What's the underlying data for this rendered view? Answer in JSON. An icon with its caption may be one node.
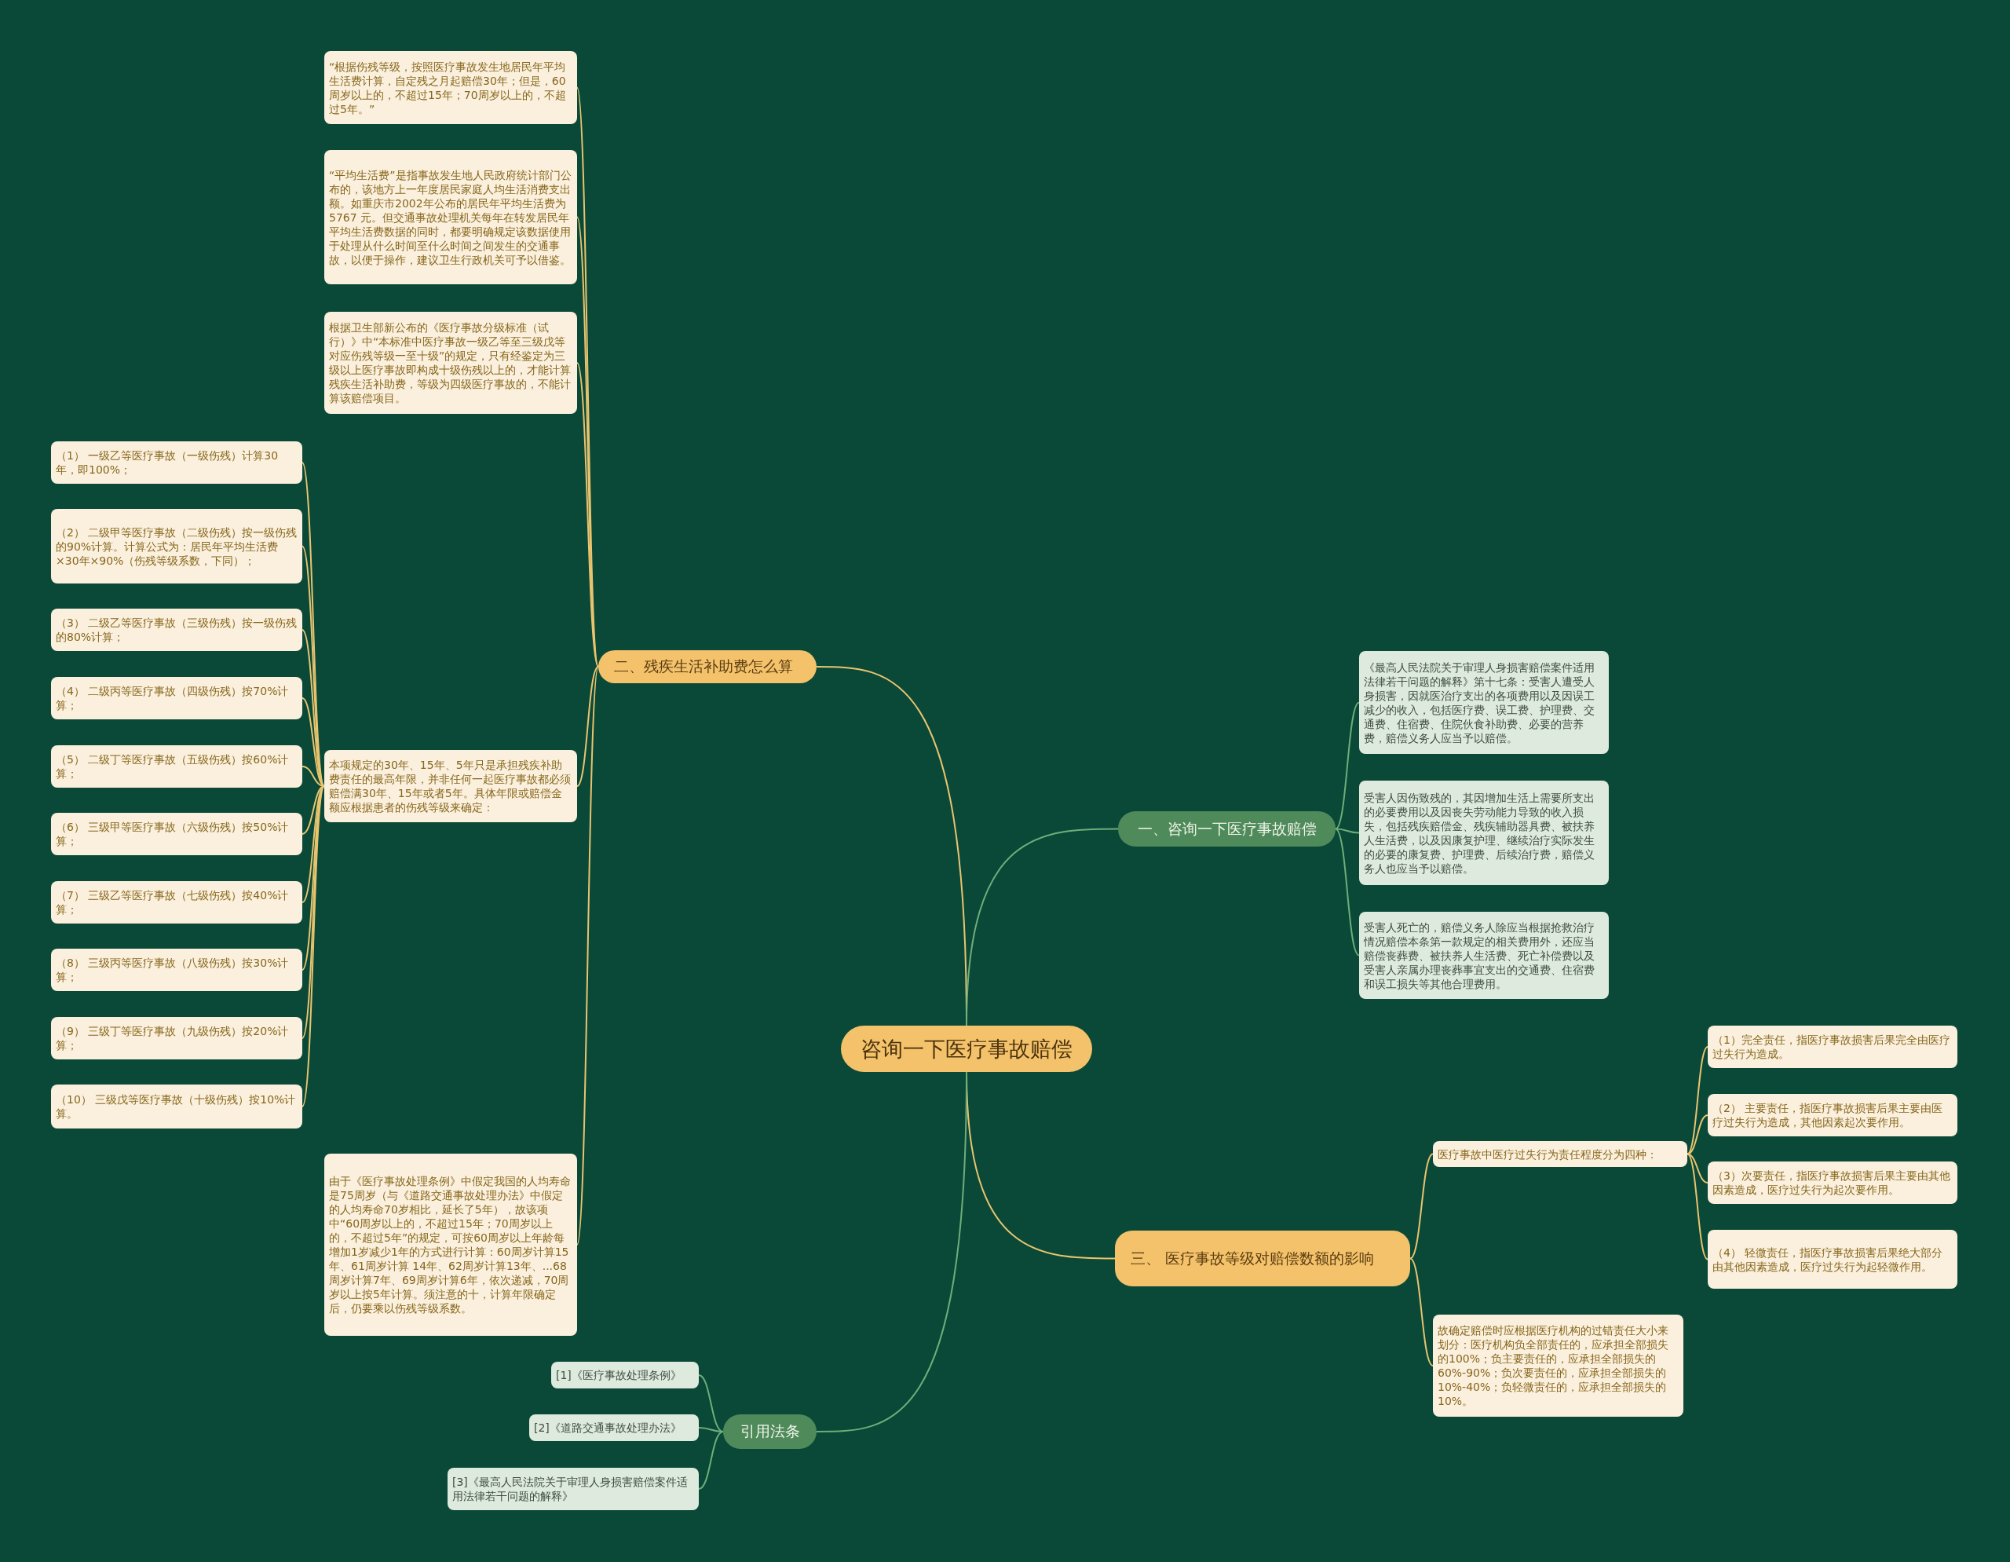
{
  "diagram": {
    "nodes": [
      {
        "text": [
          "咨询一下医疗事故赔偿"
        ]
      },
      {
        "text": [
          "二、残疾生活补助费怎么算"
        ]
      },
      {
        "text": [
          "“根据伤残等级，按照医疗事故发生地居民年平均生活费计算，自定残之月起赔偿30年；但是，60周岁以上的，不超过15年；70周岁以上的，不超过5年。”"
        ]
      },
      {
        "text": [
          "“平均生活费”是指事故发生地人民政府统计部门公布的，该地方上一年度居民家庭人均生活消费支出额。如重庆市2002年公布的居民年平均生活费为5767 元。但交通事故处理机关每年在转发居民年平均生活费数据的同时，都要明确规定该数据使用于处理从什么时间至什么时间之间发生的交通事故，以便于操作，建议卫生行政机关可予以借鉴。"
        ]
      },
      {
        "text": [
          "根据卫生部新公布的《医疗事故分级标准（试行）》中“本标准中医疗事故一级乙等至三级戊等对应伤残等级一至十级”的规定，只有经鉴定为三级以上医疗事故即构成十级伤残以上的，才能计算残疾生活补助费，等级为四级医疗事故的，不能计算该赔偿项目。"
        ]
      },
      {
        "text": [
          "本项规定的30年、15年、5年只是承担残疾补助费责任的最高年限，并非任何一起医疗事故都必须赔偿满30年、15年或者5年。具体年限或赔偿金额应根据患者的伤残等级来确定："
        ]
      },
      {
        "text": [
          "（1） 一级乙等医疗事故（一级伤残）计算30年，即100%；"
        ]
      },
      {
        "text": [
          "（2） 二级甲等医疗事故（二级伤残）按一级伤残的90%计算。计算公式为：居民年平均生活费×30年×90%（伤残等级系数，下同）；"
        ]
      },
      {
        "text": [
          "（3） 二级乙等医疗事故（三级伤残）按一级伤残的80%计算；"
        ]
      },
      {
        "text": [
          "（4） 二级丙等医疗事故（四级伤残）按70%计算；"
        ]
      },
      {
        "text": [
          "（5） 二级丁等医疗事故（五级伤残）按60%计算；"
        ]
      },
      {
        "text": [
          "（6） 三级甲等医疗事故（六级伤残）按50%计算；"
        ]
      },
      {
        "text": [
          "（7） 三级乙等医疗事故（七级伤残）按40%计算；"
        ]
      },
      {
        "text": [
          "（8） 三级丙等医疗事故（八级伤残）按30%计算；"
        ]
      },
      {
        "text": [
          "（9） 三级丁等医疗事故（九级伤残）按20%计算；"
        ]
      },
      {
        "text": [
          "（10） 三级戊等医疗事故（十级伤残）按10%计算。"
        ]
      },
      {
        "text": [
          "由于《医疗事故处理条例》中假定我国的人均寿命是75周岁（与《道路交通事故处理办法》中假定的人均寿命70岁相比，延长了5年），故该项中“60周岁以上的，不超过15年；70周岁以上的，不超过5年”的规定，可按60周岁以上年龄每增加1岁减少1年的方式进行计算：60周岁计算15年、61周岁计算 14年、62周岁计算13年、...68周岁计算7年、69周岁计算6年，依次递减，70周岁以上按5年计算。须注意的十，计算年限确定后，仍要乘以伤残等级系数。"
        ]
      },
      {
        "text": [
          "一、咨询一下医疗事故赔偿"
        ]
      },
      {
        "text": [
          "《最高人民法院关于审理人身损害赔偿案件适用法律若干问题的解释》第十七条：受害人遭受人身损害，因就医治疗支出的各项费用以及因误工减少的收入，包括医疗费、误工费、护理费、交通费、住宿费、住院伙食补助费、必要的营养费，赔偿义务人应当予以赔偿。"
        ]
      },
      {
        "text": [
          "受害人因伤致残的，其因增加生活上需要所支出的必要费用以及因丧失劳动能力导致的收入损失，包括残疾赔偿金、残疾辅助器具费、被扶养人生活费，以及因康复护理、继续治疗实际发生的必要的康复费、护理费、后续治疗费，赔偿义务人也应当予以赔偿。"
        ]
      },
      {
        "text": [
          "受害人死亡的，赔偿义务人除应当根据抢救治疗情况赔偿本条第一款规定的相关费用外，还应当赔偿丧葬费、被扶养人生活费、死亡补偿费以及受害人亲属办理丧葬事宜支出的交通费、住宿费和误工损失等其他合理费用。"
        ]
      },
      {
        "text": [
          "三、 医疗事故等级对赔偿数额的影响"
        ]
      },
      {
        "text": [
          "医疗事故中医疗过失行为责任程度分为四种："
        ]
      },
      {
        "text": [
          "（1）完全责任，指医疗事故损害后果完全由医疗过失行为造成。"
        ]
      },
      {
        "text": [
          "（2） 主要责任，指医疗事故损害后果主要由医疗过失行为造成，其他因素起次要作用。"
        ]
      },
      {
        "text": [
          "（3）次要责任，指医疗事故损害后果主要由其他因素造成，医疗过失行为起次要作用。"
        ]
      },
      {
        "text": [
          "（4） 轻微责任，指医疗事故损害后果绝大部分由其他因素造成，医疗过失行为起轻微作用。"
        ]
      },
      {
        "text": [
          "故确定赔偿时应根据医疗机构的过错责任大小来划分：医疗机构负全部责任的，应承担全部损失的100%；负主要责任的，应承担全部损失的60%-90%；负次要责任的，应承担全部损失的10%-40%；负轻微责任的，应承担全部损失的10%。"
        ]
      },
      {
        "text": [
          "引用法条"
        ]
      },
      {
        "text": [
          "[1]《医疗事故处理条例》"
        ]
      },
      {
        "text": [
          "[2]《道路交通事故处理办法》"
        ]
      },
      {
        "text": [
          "[3]《最高人民法院关于审理人身损害赔偿案件适用法律若干问题的解释》"
        ]
      }
    ],
    "edges": [
      {
        "from": 0,
        "to": 1,
        "arrow": "none"
      },
      {
        "from": 1,
        "to": 2,
        "arrow": "none"
      },
      {
        "from": 1,
        "to": 3,
        "arrow": "none"
      },
      {
        "from": 1,
        "to": 4,
        "arrow": "none"
      },
      {
        "from": 1,
        "to": 5,
        "arrow": "none"
      },
      {
        "from": 5,
        "to": 6,
        "arrow": "none"
      },
      {
        "from": 5,
        "to": 7,
        "arrow": "none"
      },
      {
        "from": 5,
        "to": 8,
        "arrow": "none"
      },
      {
        "from": 5,
        "to": 9,
        "arrow": "none"
      },
      {
        "from": 5,
        "to": 10,
        "arrow": "none"
      },
      {
        "from": 5,
        "to": 11,
        "arrow": "none"
      },
      {
        "from": 5,
        "to": 12,
        "arrow": "none"
      },
      {
        "from": 5,
        "to": 13,
        "arrow": "none"
      },
      {
        "from": 5,
        "to": 14,
        "arrow": "none"
      },
      {
        "from": 5,
        "to": 15,
        "arrow": "none"
      },
      {
        "from": 1,
        "to": 16,
        "arrow": "none"
      },
      {
        "from": 0,
        "to": 17,
        "arrow": "none",
        "color": "#6fae7a"
      },
      {
        "from": 17,
        "to": 18,
        "arrow": "none",
        "color": "#6fae7a"
      },
      {
        "from": 17,
        "to": 19,
        "arrow": "none",
        "color": "#6fae7a"
      },
      {
        "from": 17,
        "to": 20,
        "arrow": "none",
        "color": "#6fae7a"
      },
      {
        "from": 0,
        "to": 21,
        "arrow": "none"
      },
      {
        "from": 21,
        "to": 22,
        "arrow": "none"
      },
      {
        "from": 22,
        "to": 23,
        "arrow": "none"
      },
      {
        "from": 22,
        "to": 24,
        "arrow": "none"
      },
      {
        "from": 22,
        "to": 25,
        "arrow": "none"
      },
      {
        "from": 22,
        "to": 26,
        "arrow": "none"
      },
      {
        "from": 21,
        "to": 27,
        "arrow": "none"
      },
      {
        "from": 0,
        "to": 28,
        "arrow": "none",
        "color": "#6fae7a"
      },
      {
        "from": 28,
        "to": 29,
        "arrow": "none",
        "color": "#6fae7a"
      },
      {
        "from": 28,
        "to": 30,
        "arrow": "none",
        "color": "#6fae7a"
      },
      {
        "from": 28,
        "to": 31,
        "arrow": "none",
        "color": "#6fae7a"
      }
    ]
  }
}
